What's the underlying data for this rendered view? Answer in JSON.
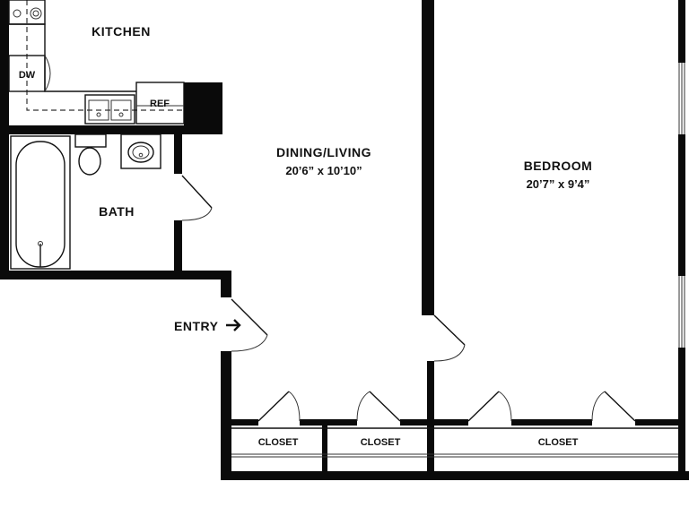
{
  "rooms": {
    "kitchen": {
      "name": "KITCHEN"
    },
    "dining_living": {
      "name": "DINING/LIVING",
      "dimensions": "20’6” x 10’10”"
    },
    "bedroom": {
      "name": "BEDROOM",
      "dimensions": "20’7” x 9’4”"
    },
    "bath": {
      "name": "BATH"
    },
    "entry": {
      "name": "ENTRY"
    }
  },
  "fixtures": {
    "dishwasher": "DW",
    "refrigerator": "REF"
  },
  "closets": [
    "CLOSET",
    "CLOSET",
    "CLOSET"
  ]
}
